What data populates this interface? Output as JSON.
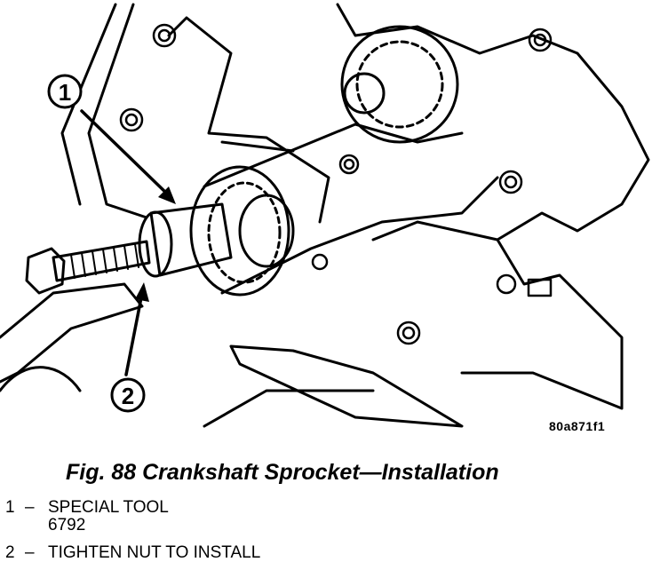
{
  "figure": {
    "code": "80a871f1",
    "caption": "Fig. 88 Crankshaft Sprocket—Installation",
    "callouts": [
      {
        "number": "1",
        "description": "SPECIAL TOOL\n6792"
      },
      {
        "number": "2",
        "description": "TIGHTEN NUT TO INSTALL"
      }
    ]
  },
  "colors": {
    "ink": "#000000",
    "paper": "#ffffff"
  }
}
